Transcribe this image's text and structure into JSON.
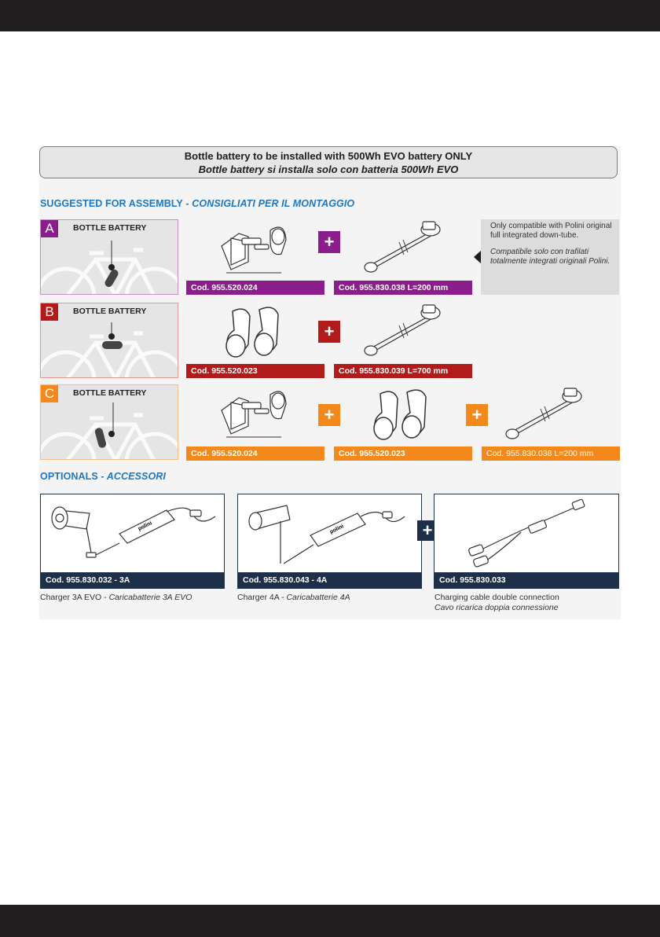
{
  "notice": {
    "line1": "Bottle battery to be installed with 500Wh EVO battery ONLY",
    "line2": "Bottle battery si installa solo con batteria 500Wh EVO"
  },
  "assembly": {
    "title": "SUGGESTED FOR ASSEMBLY",
    "title_it": " - CONSIGLIATI PER IL MONTAGGIO",
    "rows": [
      {
        "letter": "A",
        "label": "BOTTLE BATTERY",
        "color": "#8c1d8c",
        "border": "#c78fc7",
        "codes": [
          "Cod. 955.520.024",
          "Cod. 955.830.038 L=200 mm"
        ]
      },
      {
        "letter": "B",
        "label": "BOTTLE BATTERY",
        "color": "#b31b1b",
        "border": "#e39a8f",
        "codes": [
          "Cod. 955.520.023",
          "Cod. 955.830.039 L=700 mm"
        ]
      },
      {
        "letter": "C",
        "label": "BOTTLE BATTERY",
        "color": "#f2891a",
        "border": "#f6bd86",
        "codes": [
          "Cod. 955.520.024",
          "Cod. 955.520.023",
          "Cod. 955.830.038 L=200 mm"
        ]
      }
    ],
    "plus": "+",
    "note_en": "Only compatible with Polini original full integrated down-tube.",
    "note_it": "Compatibile solo con trafilati totalmente integrati originali Polini."
  },
  "optionals": {
    "title": "OPTIONALS",
    "title_it": " - ACCESSORI",
    "items": [
      {
        "code": "Cod. 955.830.032 - 3A",
        "cap": "Charger 3A EVO",
        "cap_it": "Caricabatterie 3A EVO"
      },
      {
        "code": "Cod. 955.830.043 - 4A",
        "cap": "Charger 4A",
        "cap_it": "Caricabatterie 4A"
      },
      {
        "code": "Cod. 955.830.033",
        "cap": "Charging cable double connection",
        "cap_it": "Cavo ricarica doppia connessione"
      }
    ],
    "plus": "+",
    "brand": "polini",
    "navy": "#1e3049"
  }
}
